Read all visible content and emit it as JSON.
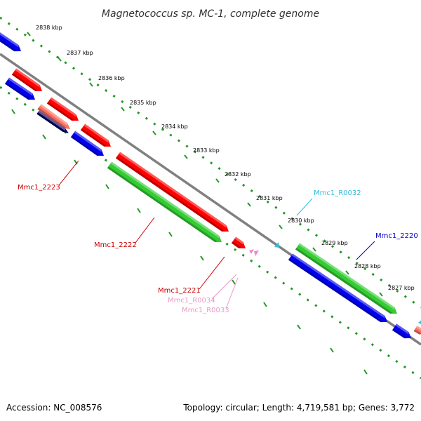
{
  "title": "Magnetococcus sp. MC-1, complete genome",
  "footer": {
    "accession": "Accession: NC_008576",
    "summary": "Topology: circular; Length: 4,719,581 bp; Genes: 3,772"
  },
  "ticks": [
    "2838 kbp",
    "2837 kbp",
    "2836 kbp",
    "2835 kbp",
    "2834 kbp",
    "2833 kbp",
    "2832 kbp",
    "2831 kbp",
    "2830 kbp",
    "2829 kbp",
    "2828 kbp",
    "2827 kbp"
  ],
  "gene_labels": [
    {
      "text": "Mmc1_2223",
      "color": "#cc0000"
    },
    {
      "text": "Mmc1_2222",
      "color": "#cc0000"
    },
    {
      "text": "Mmc1_2221",
      "color": "#cc0000"
    },
    {
      "text": "Mmc1_R0034",
      "color": "#e89ac8"
    },
    {
      "text": "Mmc1_R0033",
      "color": "#e89ac8"
    },
    {
      "text": "Mmc1_R0032",
      "color": "#33bbdd"
    },
    {
      "text": "Mmc1_2220",
      "color": "#0000cc"
    }
  ],
  "colors": {
    "red": "#ff0000",
    "blue": "#0000ee",
    "green": "#33cc33",
    "salmon": "#ff7060",
    "navy": "#000066",
    "pink": "#ee88cc",
    "cyan": "#33bbdd",
    "backbone": "#808080",
    "tick": "#229922"
  }
}
